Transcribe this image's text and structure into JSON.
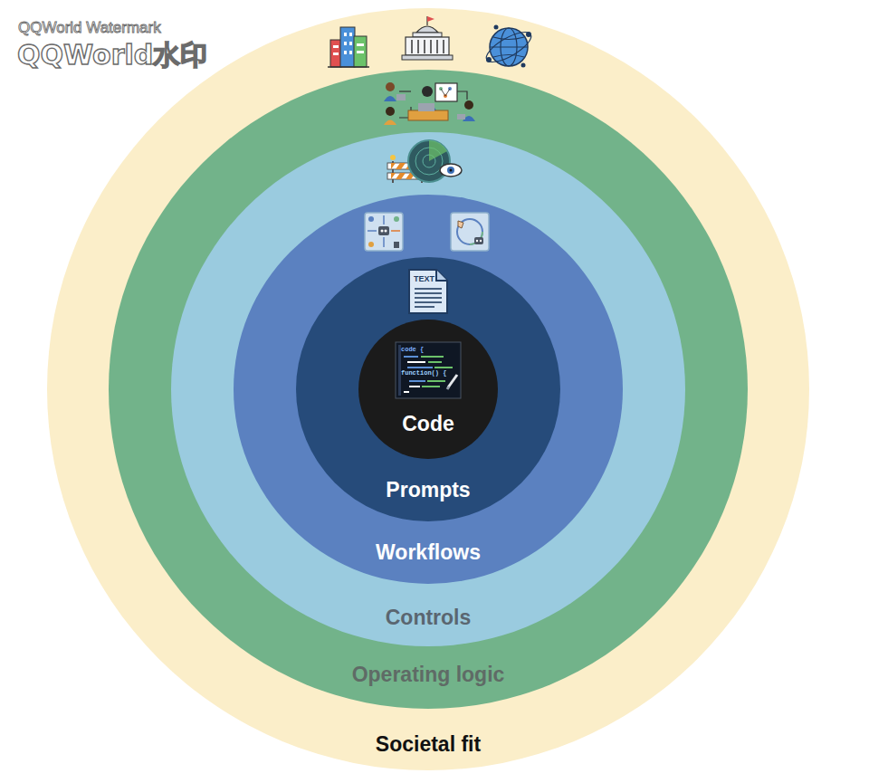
{
  "diagram": {
    "nodes": [
      {
        "text": [
          "Societal fit"
        ]
      },
      {
        "text": [
          "Operating logic"
        ],
        "in": 0
      },
      {
        "text": [
          "Controls"
        ],
        "in": 1
      },
      {
        "text": [
          "Workflows"
        ],
        "in": 2
      },
      {
        "text": [
          "Prompts"
        ],
        "in": 3
      },
      {
        "text": [
          "Code"
        ],
        "in": 4
      }
    ],
    "labels": [
      "QQWorld Watermark",
      "QQWorld水印",
      "code {",
      "function() {",
      "TEXT"
    ]
  }
}
